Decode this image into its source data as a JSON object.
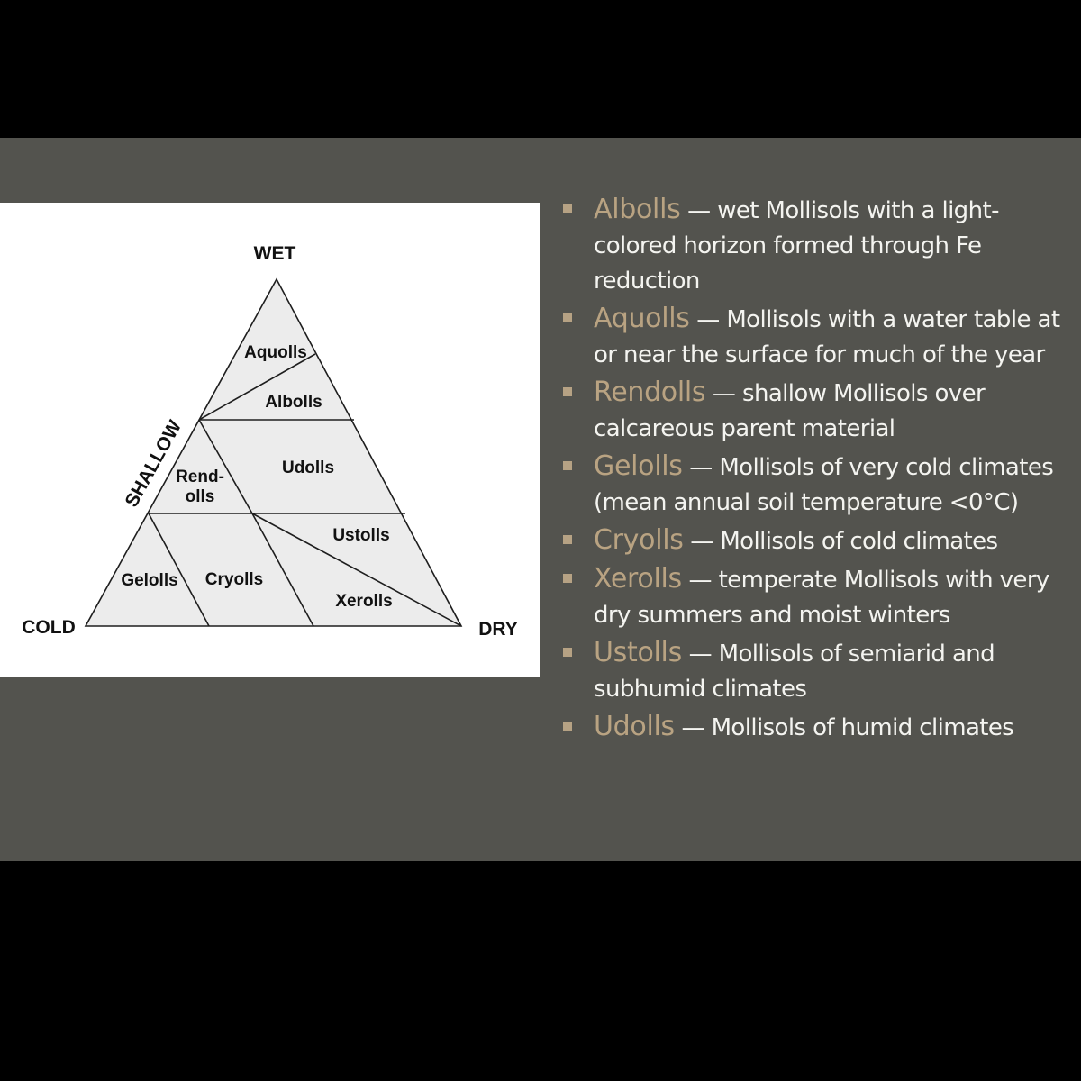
{
  "colors": {
    "background": "#53534e",
    "letterbox": "#000000",
    "accent": "#b9a382",
    "text": "#f4f4f0",
    "diagram_fill": "#ececec",
    "diagram_stroke": "#1e1e1e"
  },
  "diagram": {
    "axes": {
      "top": "WET",
      "left": "COLD",
      "right": "DRY",
      "side": "SHALLOW"
    },
    "regions": {
      "aquolls": "Aquolls",
      "albolls": "Albolls",
      "udolls": "Udolls",
      "rendolls_1": "Rend-",
      "rendolls_2": "olls",
      "ustolls": "Ustolls",
      "gelolls": "Gelolls",
      "cryolls": "Cryolls",
      "xerolls": "Xerolls"
    }
  },
  "items": [
    {
      "term": "Albolls",
      "desc": " — wet Mollisols with a light-colored horizon formed through Fe reduction"
    },
    {
      "term": "Aquolls",
      "desc": " — Mollisols with a water table at or near the surface for much of the year"
    },
    {
      "term": "Rendolls",
      "desc": " — shallow Mollisols over calcareous parent material"
    },
    {
      "term": "Gelolls",
      "desc": " — Mollisols of very cold climates (mean annual soil temperature <0°C)"
    },
    {
      "term": "Cryolls",
      "desc": " — Mollisols of cold climates"
    },
    {
      "term": "Xerolls",
      "desc": " — temperate Mollisols with very dry summers and moist winters"
    },
    {
      "term": "Ustolls",
      "desc": " — Mollisols of semiarid and subhumid climates"
    },
    {
      "term": "Udolls",
      "desc": " — Mollisols of humid climates"
    }
  ]
}
